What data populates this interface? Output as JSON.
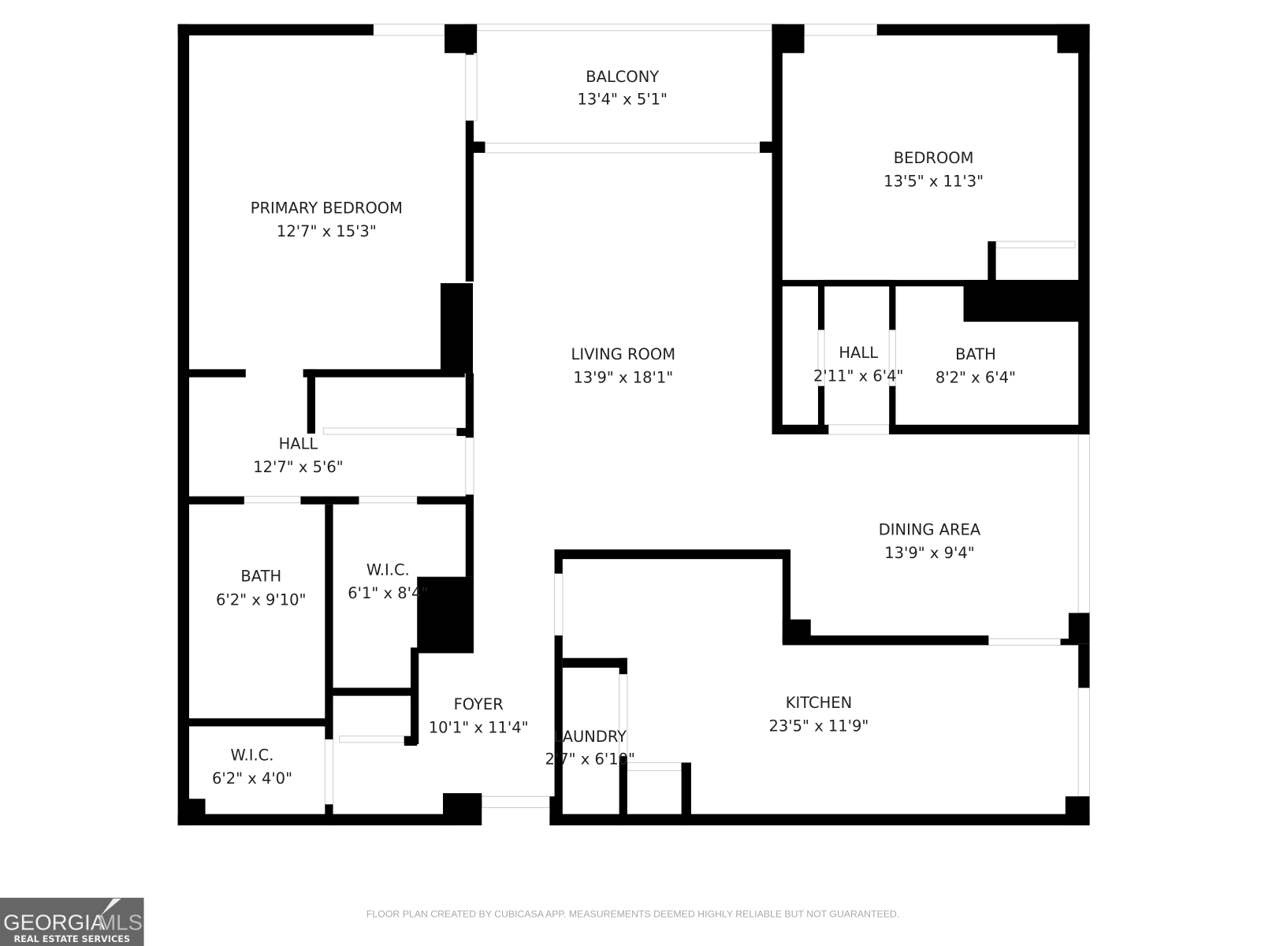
{
  "rooms": [
    {
      "name": "BALCONY",
      "size": "13'4\" x 5'1\""
    },
    {
      "name": "BEDROOM",
      "size": "13'5\" x 11'3\""
    },
    {
      "name": "PRIMARY BEDROOM",
      "size": "12'7\" x 15'3\""
    },
    {
      "name": "LIVING ROOM",
      "size": "13'9\" x 18'1\""
    },
    {
      "name": "HALL",
      "size": "2'11\" x 6'4\""
    },
    {
      "name": "BATH",
      "size": "8'2\" x 6'4\""
    },
    {
      "name": "HALL",
      "size": "12'7\" x 5'6\""
    },
    {
      "name": "DINING AREA",
      "size": "13'9\" x 9'4\""
    },
    {
      "name": "BATH",
      "size": "6'2\" x 9'10\""
    },
    {
      "name": "W.I.C.",
      "size": "6'1\" x 8'4\""
    },
    {
      "name": "FOYER",
      "size": "10'1\" x 11'4\""
    },
    {
      "name": "KITCHEN",
      "size": "23'5\" x 11'9\""
    },
    {
      "name": "LAUNDRY",
      "size": "2'7\" x 6'10\""
    },
    {
      "name": "W.I.C.",
      "size": "6'2\" x 4'0\""
    }
  ],
  "footer": {
    "disclaimer": "FLOOR PLAN CREATED BY CUBICASA APP. MEASUREMENTS DEEMED HIGHLY RELIABLE BUT NOT GUARANTEED."
  },
  "logo": {
    "brand_a": "GEORGIA",
    "brand_b": "MLS",
    "tagline": "REAL ESTATE SERVICES"
  },
  "colors": {
    "wall": "#000000",
    "window": "#cccccc",
    "logo_bg": "#666666"
  }
}
